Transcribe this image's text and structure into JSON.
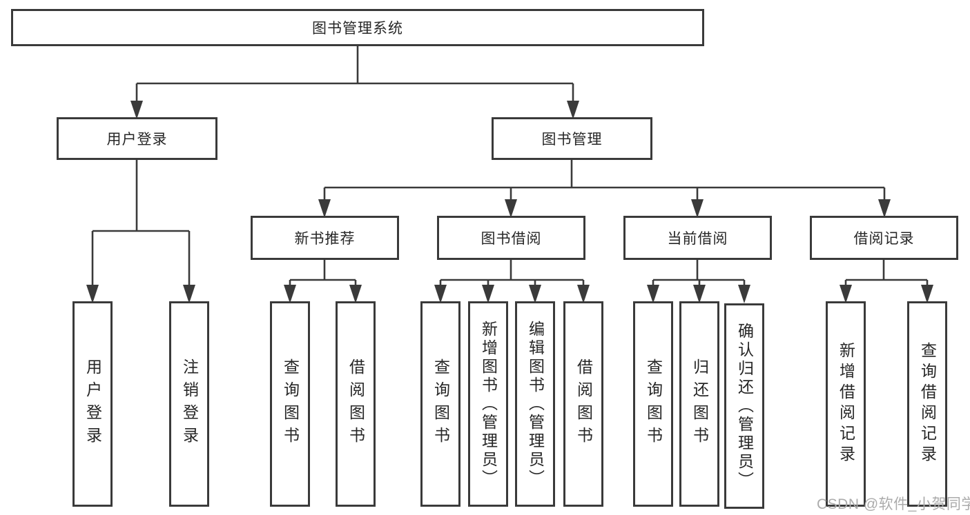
{
  "diagram": {
    "root": {
      "label": "图书管理系统"
    },
    "level2": [
      {
        "label": "用户登录"
      },
      {
        "label": "图书管理"
      }
    ],
    "level3": [
      {
        "label": "新书推荐"
      },
      {
        "label": "图书借阅"
      },
      {
        "label": "当前借阅"
      },
      {
        "label": "借阅记录"
      }
    ],
    "leaves": {
      "user_login": [
        "用户登录",
        "注销登录"
      ],
      "new_book_recommend": [
        "查询图书",
        "借阅图书"
      ],
      "book_borrow": [
        "查询图书",
        "新增图书（管理员）",
        "编辑图书（管理员）",
        "借阅图书"
      ],
      "current_borrow": [
        "查询图书",
        "归还图书",
        "确认归还（管理员）"
      ],
      "borrow_records": [
        "新增借阅记录",
        "查询借阅记录"
      ]
    }
  },
  "watermark": "CSDN @软件_小贺同学",
  "colors": {
    "line": "#3a3a3a",
    "text": "#262626",
    "watermark": "#ababab",
    "background": "#ffffff"
  }
}
